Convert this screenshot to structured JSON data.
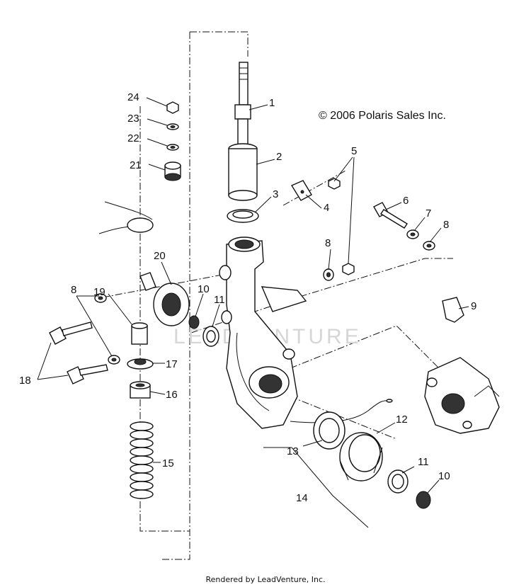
{
  "copyright": "© 2006 Polaris Sales Inc.",
  "watermark": "LEADVENTURE",
  "footer": "Rendered by LeadVenture, Inc.",
  "callouts": {
    "c1": "1",
    "c2": "2",
    "c3": "3",
    "c4": "4",
    "c5": "5",
    "c6": "6",
    "c7": "7",
    "c8a": "8",
    "c8b": "8",
    "c8c": "8",
    "c9": "9",
    "c10a": "10",
    "c10b": "10",
    "c11a": "11",
    "c11b": "11",
    "c12": "12",
    "c13": "13",
    "c14": "14",
    "c15": "15",
    "c16": "16",
    "c17": "17",
    "c18": "18",
    "c19": "19",
    "c20": "20",
    "c21": "21",
    "c22": "22",
    "c23": "23",
    "c24": "24"
  }
}
